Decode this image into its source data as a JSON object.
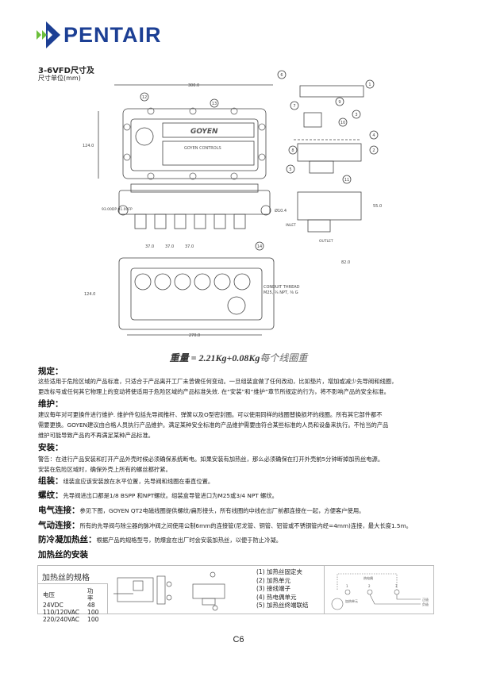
{
  "header": {
    "brand": "PENTAIR",
    "brand_color": "#1c3f94",
    "accent_color": "#6cbf3b"
  },
  "title": {
    "main": "3-6VFD尺寸及",
    "unit": "尺寸单位(mm)"
  },
  "drawing": {
    "dims": {
      "width_top": "300.0",
      "height_top": "124.0",
      "side_h": "93.00DP\n91.00FP",
      "hole": "Ø10.4",
      "pitch": [
        "37.0",
        "37.0",
        "37.0"
      ],
      "height_bottom": "124.0",
      "width_bottom": "270.0",
      "right_h": "55.0",
      "right_w": "82.0"
    },
    "labels": {
      "inlet": "INLET",
      "outlet": "OUTLET",
      "conduit1": "CONDUIT THREAD",
      "conduit2": "M25, ¾ NPT, ⅜ G",
      "goyen": "GOYEN",
      "goyen_controls": "GOYEN CONTROLS"
    },
    "callouts": [
      "1",
      "2",
      "3",
      "4",
      "5",
      "6",
      "7",
      "8",
      "9",
      "10",
      "11",
      "12",
      "13",
      "14"
    ]
  },
  "weight": {
    "formula": "重量 = 2.21Kg+0.08Kg",
    "suffix": "每个线圈重"
  },
  "sections": {
    "rules_h": "规定：",
    "rules_1": "这些适用于危险区域的产品标准，只适合于产品离开工厂未曾做任何变动。一旦组装盒做了任何改动，比如垫片，增加或减少先导阀和线圈，",
    "rules_2": "更改标号或任何其它物理上的变动将使适用于危险区域的产品标准失效. 在“安装”和“维护”章节所规定的行为，将不影响产品的安全标准。",
    "maint_h": "维护：",
    "maint_1": "建议每年对可更换件进行维护. 维护件包括先导阀推杆、弹簧以及O型密封圈。可以使用同样的线圈替换损坏的线圈。所有其它部件都不",
    "maint_2": "需要更换。GOYEN建议由合格人员执行产品维护。满足某种安全标准的产品维护需要由符合某些标准的人员和设备来执行。不恰当的产品",
    "maint_3": "维护可能导致产品的不再满足某种产品标准。",
    "install_h": "安装：",
    "install_1": "警告：在进行产品安装和打开产品外壳时候必须确保系统断电。如果安装有加热丝，那么必须确保在打开外壳前5分钟断掉加热丝电源。",
    "install_2": "安装在危险区域时，确保外壳上所有的螺丝都拧紧。",
    "assembly_h": "组装：",
    "assembly_t": "组装盒应该安装放在水平位置，先导阀和线圈在垂直位置。",
    "thread_h": "螺纹：",
    "thread_t": "先导阀进出口都是1/8  BSPP 和NPT螺纹。组装盒导管进口为M25或3/4  NPT 螺纹。",
    "elec_h": "电气连接：",
    "elec_t": "参见下图，GOYEN QT2电磁线圈提供螺纹/扁形接头，所有线圈的中线在出厂前都连接在一起，方便客户使用。",
    "pneu_h": "气动连接：",
    "pneu_t": "所有的先导阀与除尘器的脉冲阀之间使用公制6mm的连接管(尼龙管、铜管、铝管或不锈钢管内经=4mm)连接，最大长度1.5m。",
    "heater_h": "防冷凝加热丝：",
    "heater_t": "根据产品的规格型号，防爆盒在出厂时会安装加热丝，以便于防止冷凝。",
    "heater_install_h": "加热丝的安装"
  },
  "heater_box": {
    "spec_title": "加热丝的规格",
    "col_voltage": "电压",
    "col_power": "功率",
    "rows": [
      [
        "24VDC",
        "48"
      ],
      [
        "110/120VAC",
        "100"
      ],
      [
        "220/240VAC",
        "100"
      ]
    ],
    "legend": [
      "(1)  加热丝固定夹",
      "(2)  加热单元",
      "(3)  接线端子",
      "(4)  热电偶单元",
      "(5)  加热丝终端联结"
    ],
    "wiring": {
      "thermo": "热电偶",
      "unit": "加热单元",
      "pos": "正极",
      "neg": "负极",
      "t1": "1",
      "t2": "2",
      "t3": "3"
    }
  },
  "page_number": "C6"
}
